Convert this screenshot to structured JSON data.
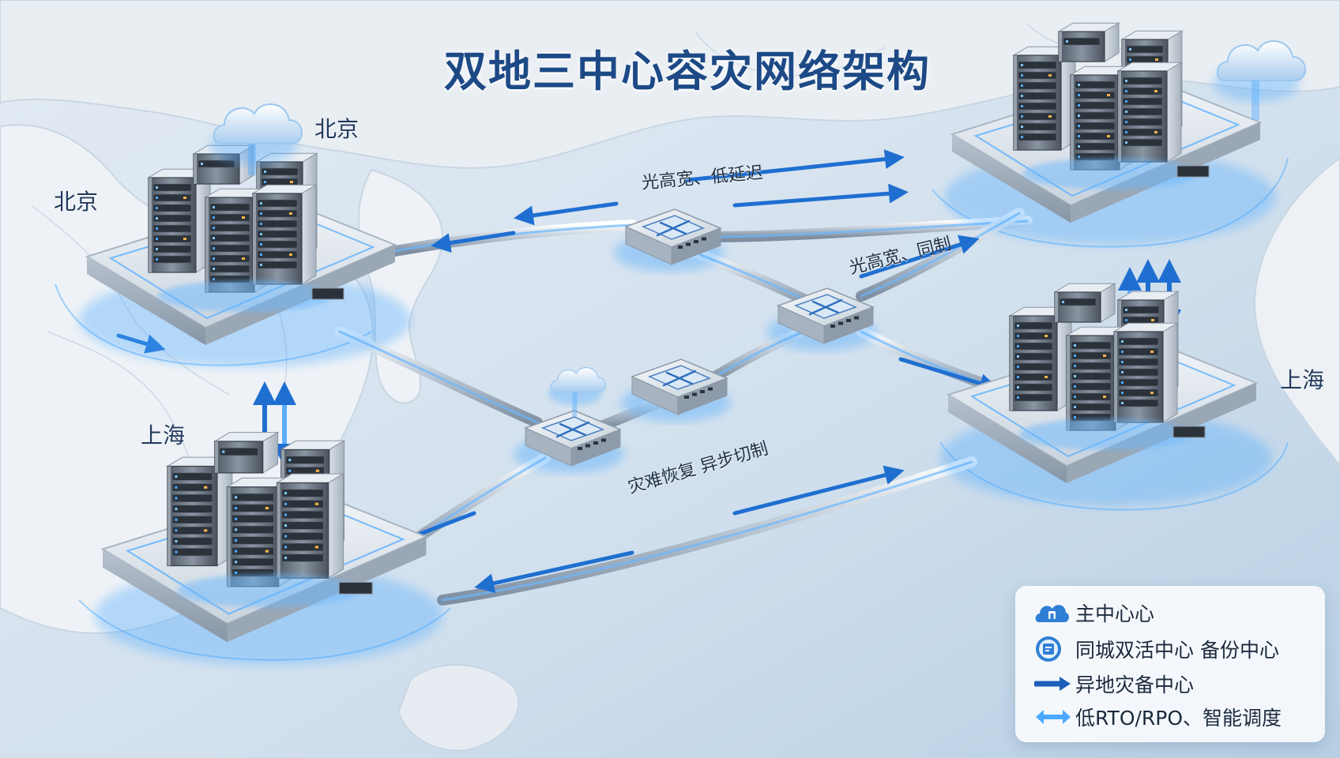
{
  "title": "双地三中心容灾网络架构",
  "cities": {
    "beijing_top": "北京",
    "beijing_left": "北京",
    "shanghai_left": "上海",
    "shanghai_right": "上海"
  },
  "link_labels": {
    "top": "光高宽、低延迟",
    "middle": "光高宽、同制",
    "bottom": "灾难恢复 异步切制"
  },
  "legend": {
    "items": [
      {
        "label": "主中心心",
        "icon": "cloud-icon"
      },
      {
        "label": "同城双活中心 备份中心",
        "icon": "sync-badge-icon"
      },
      {
        "label": "异地灾备中心",
        "icon": "arrow-right-icon"
      },
      {
        "label": "低RTO/RPO、智能调度",
        "icon": "double-arrow-icon"
      }
    ]
  },
  "colors": {
    "title": "#1d4a86",
    "flow": "#1f6fd1",
    "glow": "#4aa8ff",
    "map_land": "#eef2f6",
    "map_sea": "#c7d9ea"
  }
}
